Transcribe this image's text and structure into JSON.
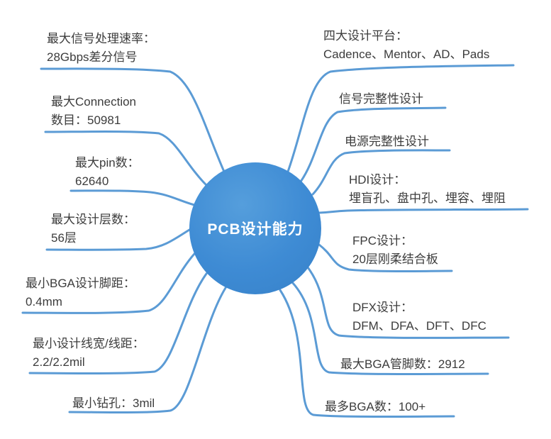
{
  "center": {
    "label": "PCB设计能力"
  },
  "colors": {
    "center_fill": "#3E8BD4",
    "branch_line": "#5B9BD5",
    "label_text": "#3C3C3C",
    "background": "#FFFFFF"
  },
  "left_branches": [
    {
      "lines": [
        "最大信号处理速率：",
        "28Gbps差分信号"
      ]
    },
    {
      "lines": [
        "最大Connection",
        "数目：50981"
      ]
    },
    {
      "lines": [
        "最大pin数：",
        "62640"
      ]
    },
    {
      "lines": [
        "最大设计层数：",
        "56层"
      ]
    },
    {
      "lines": [
        "最小BGA设计脚距：",
        "0.4mm"
      ]
    },
    {
      "lines": [
        "最小设计线宽/线距：",
        "2.2/2.2mil"
      ]
    },
    {
      "lines": [
        "最小钻孔：3mil"
      ]
    }
  ],
  "right_branches": [
    {
      "lines": [
        "四大设计平台：",
        "Cadence、Mentor、AD、Pads"
      ]
    },
    {
      "lines": [
        "信号完整性设计"
      ]
    },
    {
      "lines": [
        "电源完整性设计"
      ]
    },
    {
      "lines": [
        "HDI设计：",
        "埋盲孔、盘中孔、埋容、埋阻"
      ]
    },
    {
      "lines": [
        "FPC设计：",
        "20层刚柔结合板"
      ]
    },
    {
      "lines": [
        "DFX设计：",
        "DFM、DFA、DFT、DFC"
      ]
    },
    {
      "lines": [
        "最大BGA管脚数：2912"
      ]
    },
    {
      "lines": [
        "最多BGA数：100+"
      ]
    }
  ]
}
